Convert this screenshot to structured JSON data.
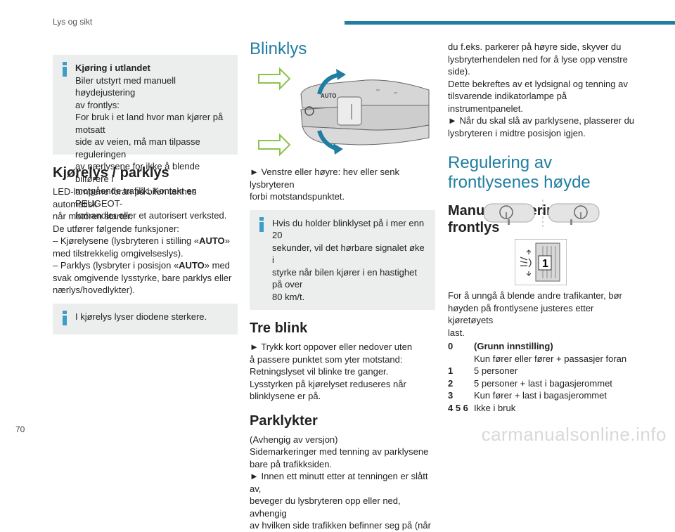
{
  "header": {
    "section": "Lys og sikt",
    "page_number": "70",
    "watermark": "carmanualsonline.info"
  },
  "col1": {
    "note1_title": "Kjøring i utlandet",
    "note1_lines": [
      "Biler utstyrt med manuell høydejustering",
      "av frontlys:",
      "For bruk i et land hvor man kjører på motsatt",
      "side av veien, må man tilpasse reguleringen",
      "av nærlysene for ikke å blende bilførere i",
      "motgående trafikk. Kontakt en PEUGEOT-",
      "forhandler eller et autorisert verksted."
    ],
    "heading": "Kjørelys / parklys",
    "para_lines": [
      "LED-lampene foran på bilen tennes automatisk",
      "når motoren starter.",
      "De utfører følgende funksjoner:"
    ],
    "item1_pre": "– Kjørelysene (lysbryteren i stilling «",
    "item1_bold": "AUTO",
    "item1_post": "»",
    "item1_line2": "med tilstrekkelig omgivelseslys).",
    "item2_pre": "– Parklys (lysbryter i posisjon «",
    "item2_bold": "AUTO",
    "item2_post": "» med",
    "item2_line2": "svak omgivende lysstyrke, bare parklys eller",
    "item2_line3": "nærlys/hovedlykter).",
    "note2": "I kjørelys lyser diodene sterkere."
  },
  "col2": {
    "heading": "Blinklys",
    "step1_l1": "► Venstre eller høyre: hev eller senk lysbryteren",
    "step1_l2": "forbi motstandspunktet.",
    "note_lines": [
      "Hvis du holder blinklyset på i mer enn 20",
      "sekunder, vil det hørbare signalet øke i",
      "styrke når bilen kjører i en hastighet på over",
      "80 km/t."
    ],
    "tre_heading": "Tre blink",
    "tre_lines": [
      "► Trykk kort oppover eller nedover uten",
      "å passere punktet som yter motstand:",
      "Retningslyset vil blinke tre ganger.",
      "Lysstyrken på kjørelyset reduseres når",
      "blinklysene er på."
    ],
    "park_heading": "Parklykter",
    "park_lines": [
      "(Avhengig av versjon)",
      "Sidemarkeringer med tenning av parklysene",
      "bare på trafikksiden.",
      "► Innen ett minutt etter at tenningen er slått av,",
      "beveger du lysbryteren opp eller ned, avhengig",
      "av hvilken side trafikken befinner seg på (når"
    ],
    "fig_auto": "AUTO"
  },
  "col3": {
    "cont_lines": [
      "du f.eks. parkerer på høyre side, skyver du",
      "lysbryterhendelen ned for å lyse opp venstre",
      "side).",
      "Dette bekreftes av et lydsignal og tenning av",
      "tilsvarende indikatorlampe på instrumentpanelet.",
      "► Når du skal slå av parklysene, plasserer du",
      "lysbryteren i midtre posisjon igjen."
    ],
    "heading_l1": "Regulering av",
    "heading_l2": "frontlysenes høyde",
    "sub_heading": "Manuell justering av frontlys",
    "dial_value": "1",
    "para_lines": [
      "For å unngå å blende andre trafikanter, bør",
      "høyden på frontlysene justeres etter kjøretøyets",
      "last."
    ],
    "table": [
      {
        "k": "0",
        "v1": "(Grunn innstilling)",
        "v2": "Kun fører eller fører + passasjer foran"
      },
      {
        "k": "1",
        "v1": "5 personer"
      },
      {
        "k": "2",
        "v1": "5 personer + last i bagasjerommet"
      },
      {
        "k": "3",
        "v1": "Kun fører + last i bagasjerommet"
      },
      {
        "k": "4 5 6",
        "v1": "Ikke i bruk"
      }
    ]
  }
}
